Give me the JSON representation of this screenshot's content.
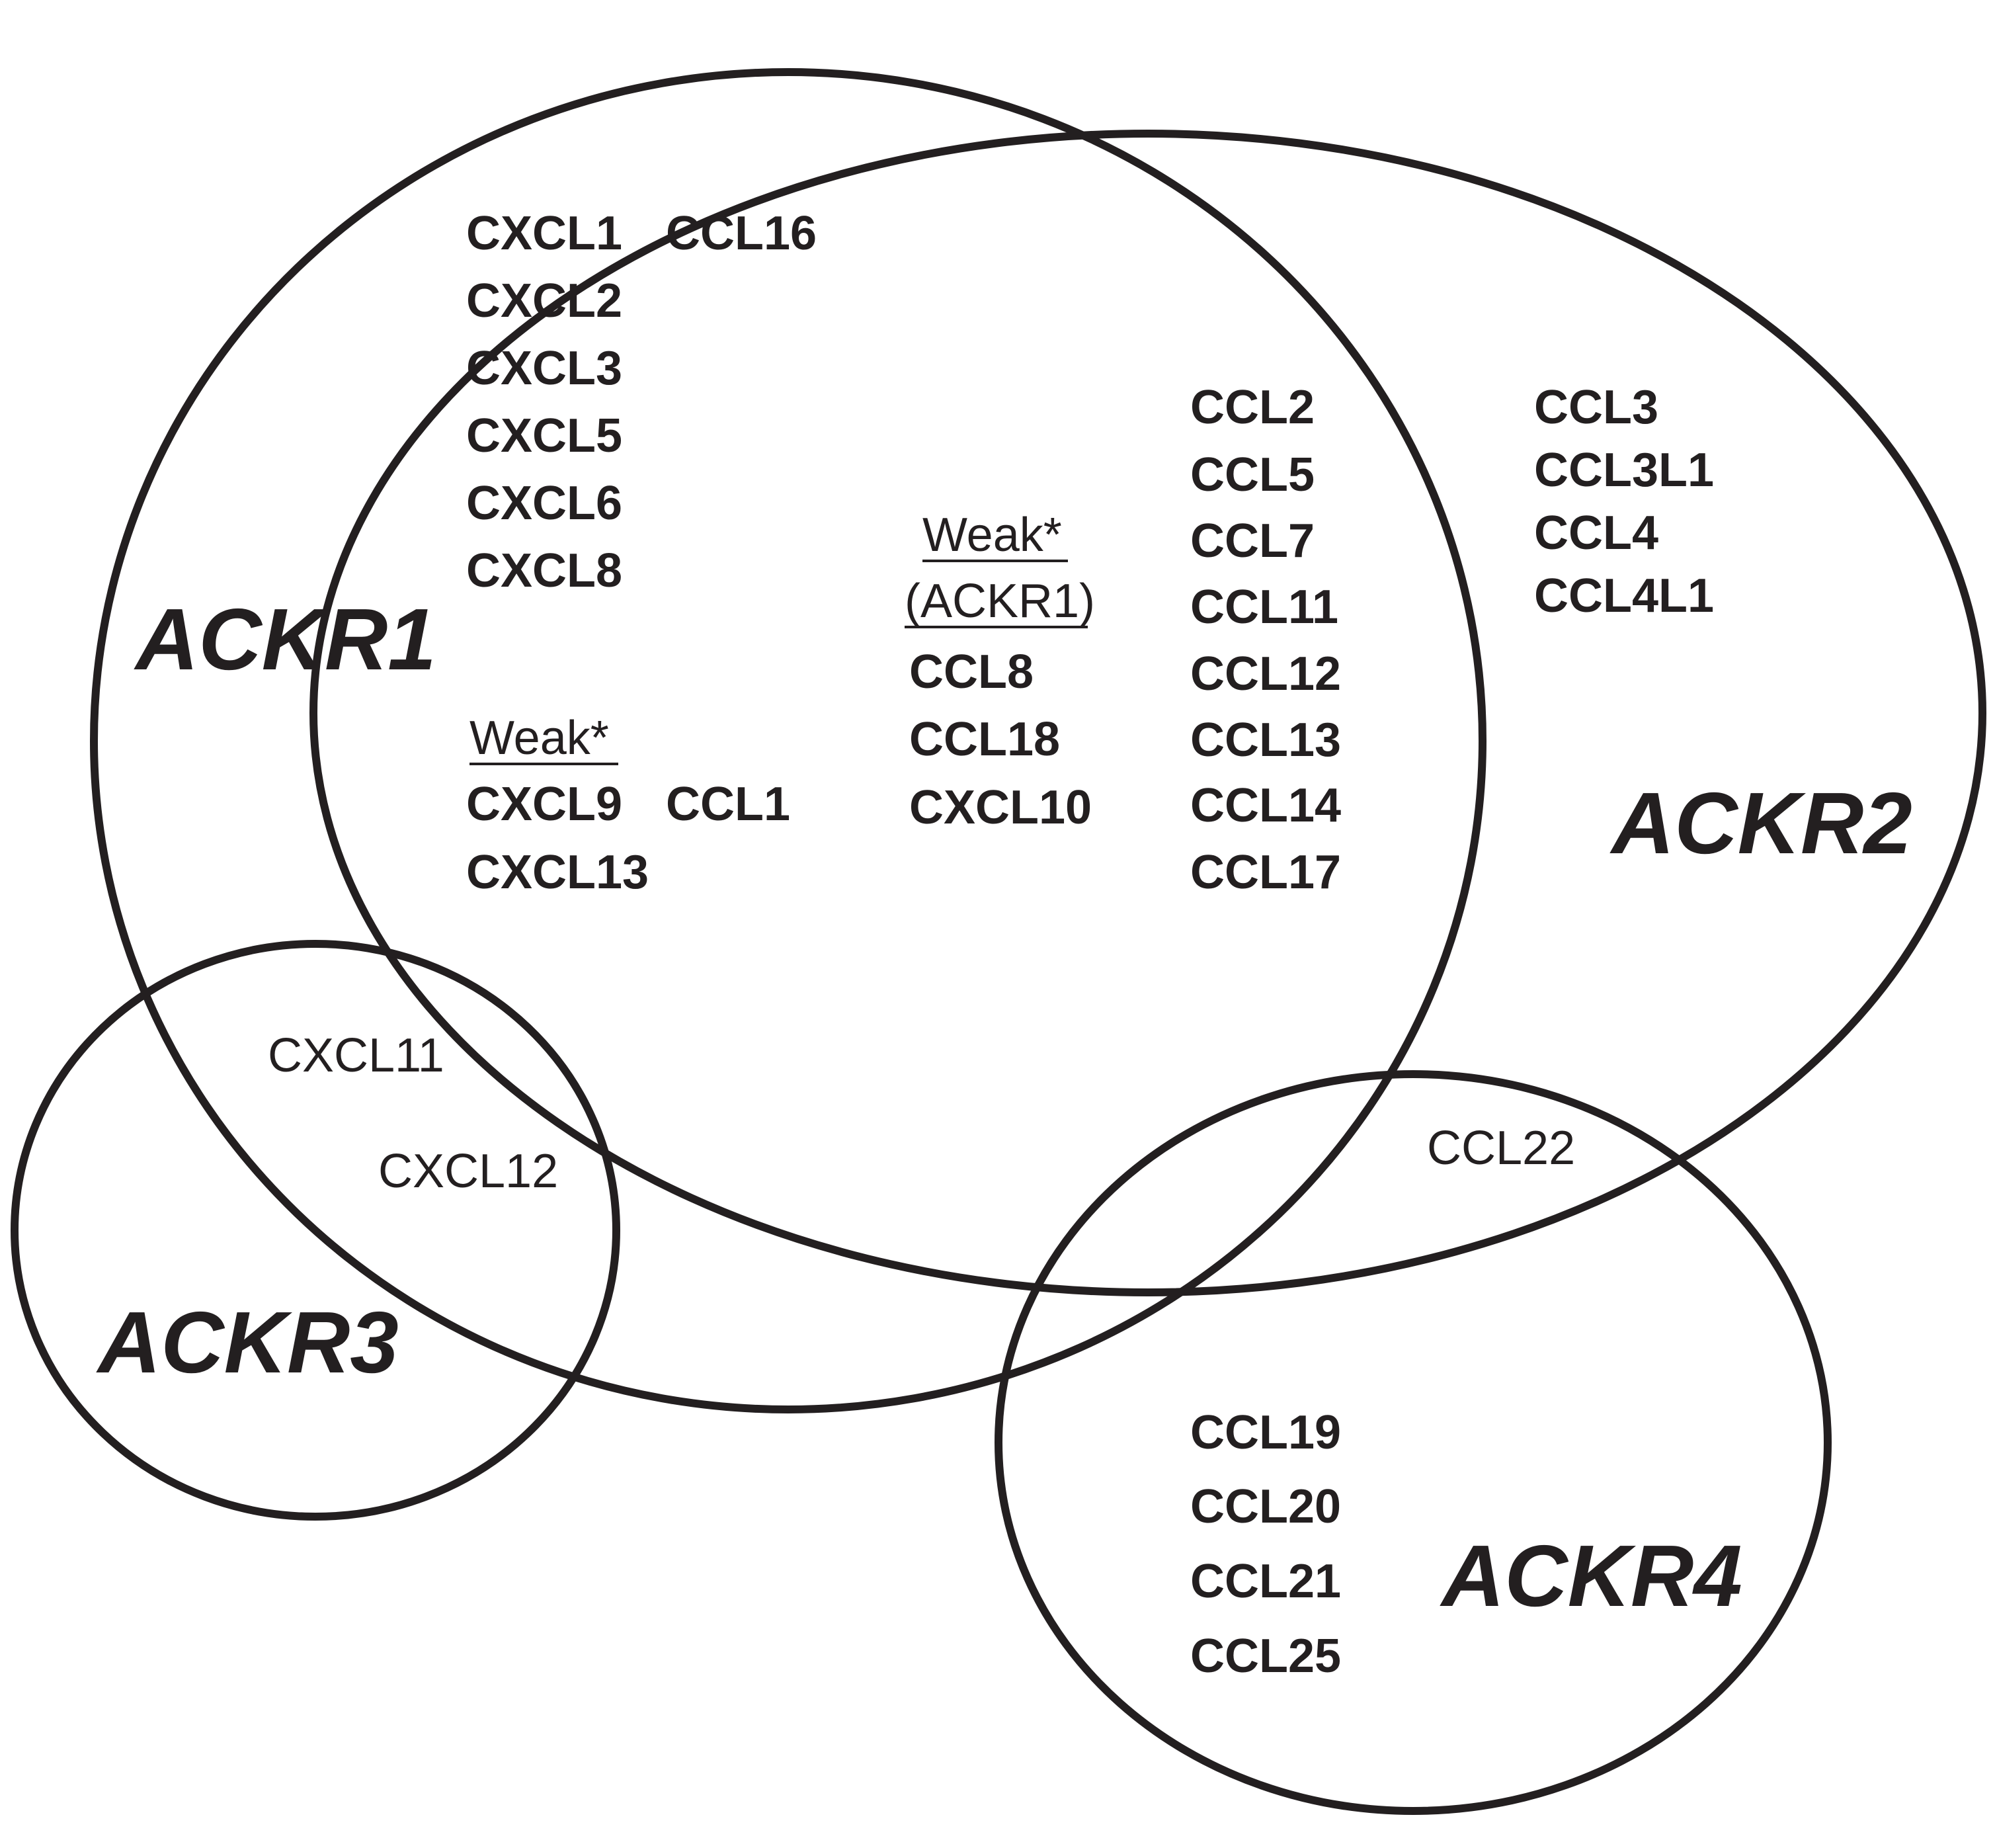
{
  "receptors": {
    "ackr1": "ACKR1",
    "ackr2": "ACKR2",
    "ackr3": "ACKR3",
    "ackr4": "ACKR4"
  },
  "ackr1_only": {
    "col1": [
      "CXCL1",
      "CXCL2",
      "CXCL3",
      "CXCL5",
      "CXCL6",
      "CXCL8"
    ],
    "col2": [
      "CCL16"
    ],
    "weak_header": "Weak*",
    "weak_col1": [
      "CXCL9",
      "CXCL13"
    ],
    "weak_col2": [
      "CCL1"
    ]
  },
  "ackr1_ackr2": {
    "weak_header": "Weak*",
    "weak_subheader": "(ACKR1)",
    "weak_items": [
      "CCL8",
      "CCL18",
      "CXCL10"
    ],
    "items": [
      "CCL2",
      "CCL5",
      "CCL7",
      "CCL11",
      "CCL12",
      "CCL13",
      "CCL14",
      "CCL17"
    ]
  },
  "ackr2_only": {
    "items": [
      "CCL3",
      "CCL3L1",
      "CCL4",
      "CCL4L1"
    ]
  },
  "ackr1_ackr3": {
    "items": [
      "CXCL11",
      "CXCL12"
    ]
  },
  "ackr2_ackr4": {
    "items": [
      "CCL22"
    ]
  },
  "ackr4_only": {
    "items": [
      "CCL19",
      "CCL20",
      "CCL21",
      "CCL25"
    ]
  }
}
